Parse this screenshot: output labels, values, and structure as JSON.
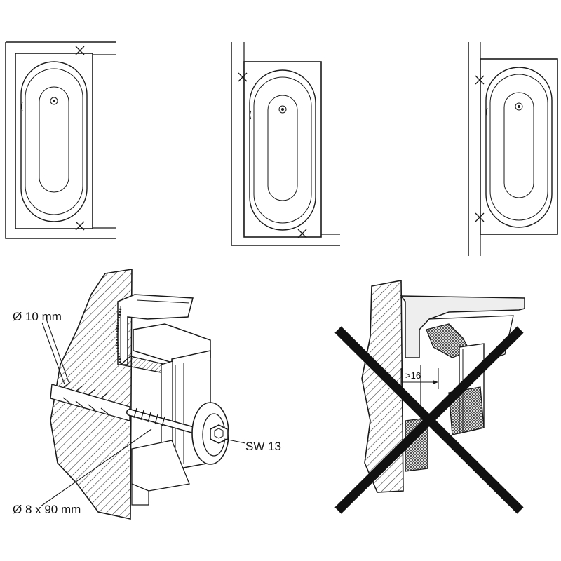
{
  "diagram": {
    "labels": {
      "anchor_diameter": "Ø 10 mm",
      "screw_size": "Ø 8 x 90 mm",
      "wrench_size": "SW 13",
      "gap_limit": ">16"
    },
    "layouts": [
      "wall-both-ends",
      "corner-left",
      "wall-left"
    ],
    "colors": {
      "line": "#1a1a1a",
      "hatch": "#333333",
      "cross": "#111111"
    }
  }
}
